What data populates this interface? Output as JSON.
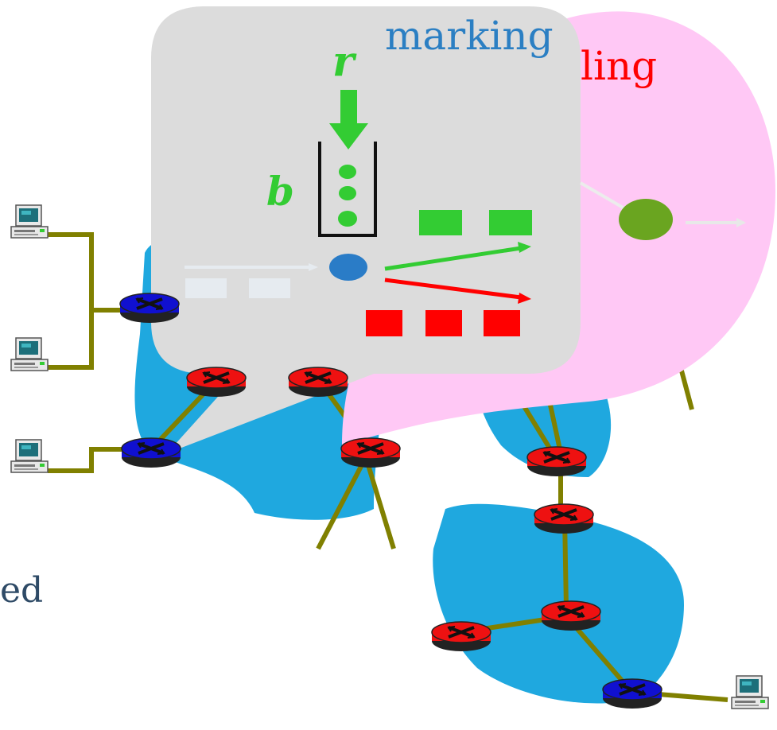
{
  "labels": {
    "marking": "marking",
    "scheduling_partial": "ling",
    "rate_symbol": "r",
    "bucket_symbol": "b",
    "cut_text": "ed"
  },
  "colors": {
    "cloud": "#1fa8df",
    "pink_bubble": "#ffc8f5",
    "gray_bubble": "#dcdcdc",
    "link": "#808000",
    "edge_router": "#1010d0",
    "core_router": "#ee1111",
    "green": "#33cc33",
    "red": "#ff0000",
    "blue_label": "#2b7fc3",
    "meter_dot": "#2a7cc7",
    "sched_dot": "#6aa520",
    "faded_packet": "#e6ebf0"
  },
  "icons": {
    "router": "router-icon",
    "host": "desktop-computer-icon"
  },
  "counts": {
    "bucket_tokens": 3,
    "green_packets": 2,
    "red_packets": 3,
    "faded_packets": 2
  }
}
